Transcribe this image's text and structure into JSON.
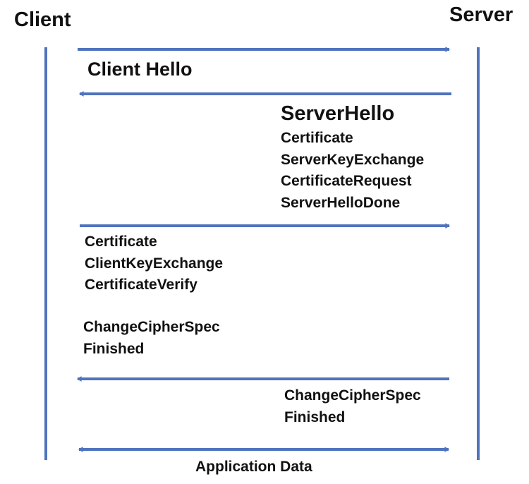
{
  "participants": {
    "client": "Client",
    "server": "Server"
  },
  "colors": {
    "line": "#4f73bd",
    "text": "#111111"
  },
  "messages": {
    "client_hello": "Client Hello",
    "server_hello_title": "ServerHello",
    "server_hello_items": [
      "Certificate",
      "ServerKeyExchange",
      "CertificateRequest",
      "ServerHelloDone"
    ],
    "client_items": [
      "Certificate",
      "ClientKeyExchange",
      "CertificateVerify"
    ],
    "client_finish_items": [
      "ChangeCipherSpec",
      "Finished"
    ],
    "server_finish_items": [
      "ChangeCipherSpec",
      "Finished"
    ],
    "application_data": "Application Data"
  }
}
